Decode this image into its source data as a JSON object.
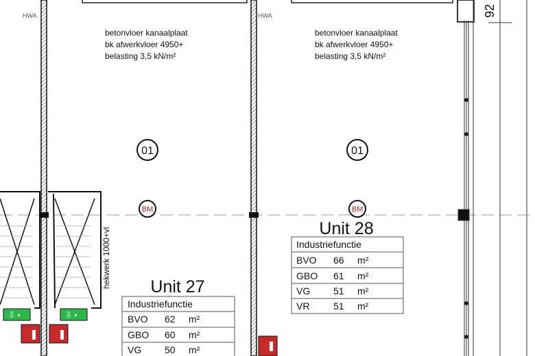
{
  "labels": {
    "hwa": "HWA",
    "floor_note": [
      "betonvloer kanaalplaat",
      "bk afwerkvloer 4950+",
      "belasting 3,5 kN/m²"
    ],
    "room_tag": "01",
    "bm_tag": "BM",
    "railing": "hekwerk 1000+vl",
    "dimension": "92"
  },
  "colors": {
    "bm_text": "#a0282a",
    "exit_sign": "#2db84a",
    "extinguisher": "#c62b2b"
  },
  "units": [
    {
      "title": "Unit 28",
      "function": "Industriefunctie",
      "rows": [
        {
          "code": "BVO",
          "value": "66",
          "unit": "m²"
        },
        {
          "code": "GBO",
          "value": "61",
          "unit": "m²"
        },
        {
          "code": "VG",
          "value": "51",
          "unit": "m²"
        },
        {
          "code": "VR",
          "value": "51",
          "unit": "m²"
        }
      ]
    },
    {
      "title": "Unit 27",
      "function": "Industriefunctie",
      "rows": [
        {
          "code": "BVO",
          "value": "62",
          "unit": "m²"
        },
        {
          "code": "GBO",
          "value": "60",
          "unit": "m²"
        },
        {
          "code": "VG",
          "value": "50",
          "unit": "m²"
        }
      ]
    }
  ]
}
